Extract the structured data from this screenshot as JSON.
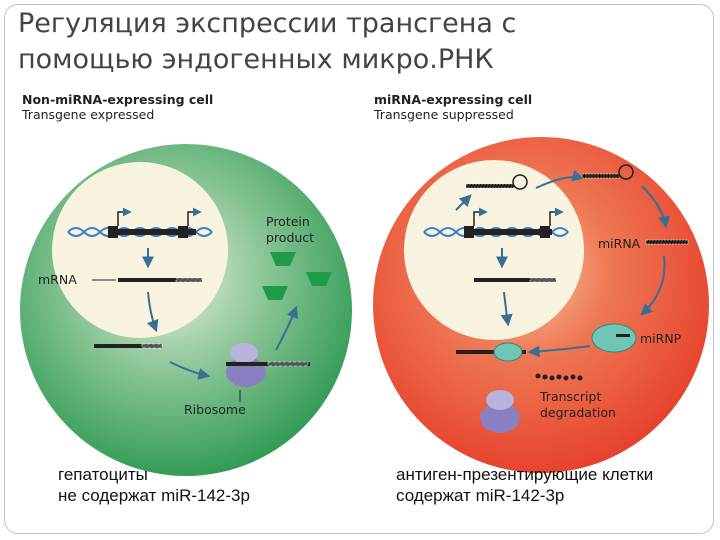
{
  "slide": {
    "title_line1": "Регуляция экспрессии трансгена с",
    "title_line2": "помощью эндогенных микро.РНК"
  },
  "left_panel": {
    "heading": "Non-miRNA-expressing cell",
    "subheading": "Transgene expressed",
    "labels": {
      "protein_line1": "Protein",
      "protein_line2": "product",
      "mrna": "mRNA",
      "ribosome": "Ribosome"
    },
    "caption_line1": "гепатоциты",
    "caption_line2": "не содержат miR-142-3p"
  },
  "right_panel": {
    "heading": "miRNA-expressing cell",
    "subheading": "Transgene suppressed",
    "labels": {
      "mirna": "miRNA",
      "mirnp": "miRNP",
      "degradation_line1": "Transcript",
      "degradation_line2": "degradation"
    },
    "caption_line1": "антиген-презентирующие клетки",
    "caption_line2": "содержат miR-142-3p"
  },
  "colors": {
    "green_cell": "#2f9a52",
    "red_cell": "#e8442e",
    "nucleus": "#f7f3df",
    "protein": "#1f9a4a",
    "ribosome": "#8a7fc0",
    "mirnp": "#6fc6b7",
    "dna": "#3c7fc8",
    "arrow": "#3a6f95"
  }
}
